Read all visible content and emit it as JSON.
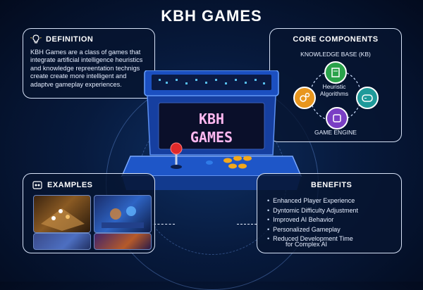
{
  "title": "KBH GAMES",
  "definition": {
    "heading": "DEFINITION",
    "text": "KBH Games are a class of games that integrate artificial intelligence heuristics and knowledge repreentation technigs create create more intelligent and adaptve gameplay experiences."
  },
  "core": {
    "heading": "CORE COMPONENTS",
    "kb_label": "KNOWLEDGE BASE (KB)",
    "heuristic_label": "Heuristic Algorithms",
    "engine_label": "GAME ENGINE"
  },
  "cabinet": {
    "line1": "KBH",
    "line2": "GAMES"
  },
  "examples": {
    "heading": "EXAMPLES"
  },
  "benefits": {
    "heading": "BENEFITS",
    "items": [
      "Enhanced Player Experience",
      "Dyntomic Difficulty Adjustment",
      "Improved AI Behavior",
      "Personalized Gameplay",
      "Reduced Development Time"
    ],
    "item_cont": "for Complex AI"
  },
  "colors": {
    "background": "#071a3d",
    "cabinet_blue": "#1e56c8",
    "node_kb": "#2aa24a",
    "node_heuristic": "#e8961e",
    "node_engine": "#7a3fc4",
    "node_controller": "#1f9a9a"
  },
  "icons": [
    "lightbulb-icon",
    "book-icon",
    "gears-icon",
    "gamepad-icon",
    "chip-icon",
    "joystick-icon"
  ]
}
